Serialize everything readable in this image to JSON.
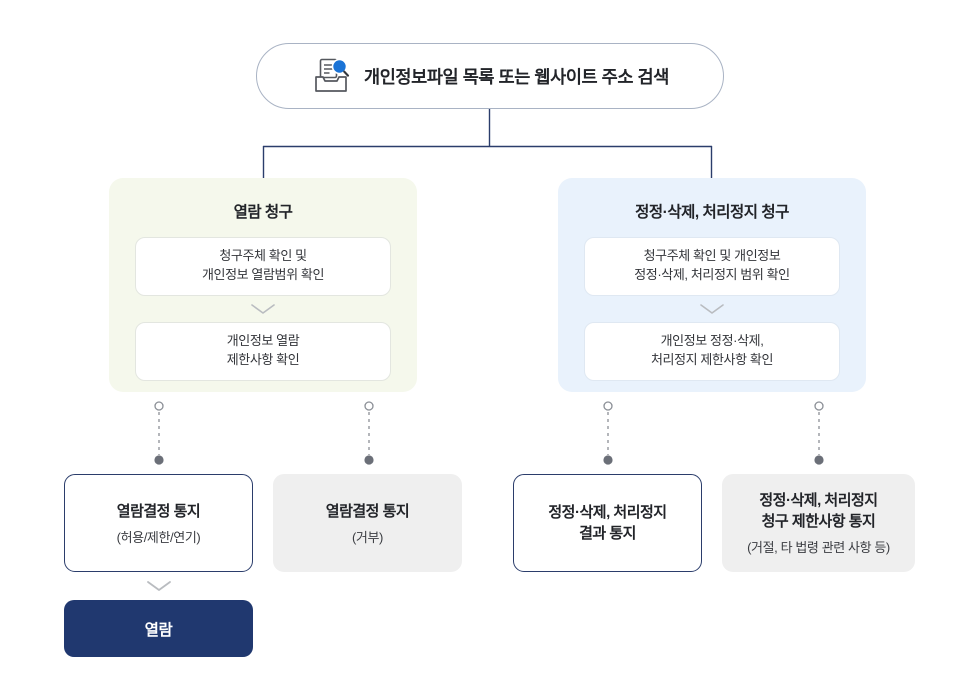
{
  "search": {
    "icon": "document-search-icon",
    "label": "개인정보파일 목록 또는 웹사이트 주소 검색"
  },
  "branches": [
    {
      "id": "access-request",
      "title": "열람 청구",
      "theme_color": "#f5f8ec",
      "steps": [
        {
          "icon": "",
          "line1": "청구주체 확인 및",
          "line2": "개인정보 열람범위 확인"
        },
        {
          "icon": "",
          "line1": "개인정보 열람",
          "line2": "제한사항 확인"
        }
      ],
      "connector_icon": "chevron-down-icon"
    },
    {
      "id": "correction-deletion-suspension-request",
      "title": "정정·삭제, 처리정지 청구",
      "theme_color": "#e9f2fc",
      "steps": [
        {
          "icon": "",
          "line1": "청구주체 확인 및 개인정보",
          "line2": "정정·삭제, 처리정지 범위 확인"
        },
        {
          "icon": "",
          "line1": "개인정보 정정·삭제,",
          "line2": "처리정지 제한사항 확인"
        }
      ],
      "connector_icon": "chevron-down-icon"
    }
  ],
  "outcomes": [
    {
      "id": "access-decision-notice-allowed",
      "main_line1": "열람결정 통지",
      "main_line2": "",
      "sub": "(허용/제한/연기)",
      "style": "strong"
    },
    {
      "id": "access-decision-notice-rejected",
      "main_line1": "열람결정 통지",
      "main_line2": "",
      "sub": "(거부)",
      "style": "muted"
    },
    {
      "id": "correction-result-notice",
      "main_line1": "정정·삭제, 처리정지",
      "main_line2": "결과 통지",
      "sub": "",
      "style": "strong"
    },
    {
      "id": "correction-restriction-notice",
      "main_line1": "정정·삭제, 처리정지",
      "main_line2": "청구 제한사항 통지",
      "sub": "(거절, 타 법령 관련 사항 등)",
      "style": "muted"
    }
  ],
  "final": {
    "connector_icon": "chevron-down-icon",
    "cta_label": "열람",
    "cta_color": "#20386f"
  },
  "colors": {
    "line": "#2b3d6b",
    "dot_filled": "#6b6f78",
    "dot_hollow": "#ffffff",
    "accent_navy": "#20386f",
    "icon_blue": "#1a73d6"
  }
}
